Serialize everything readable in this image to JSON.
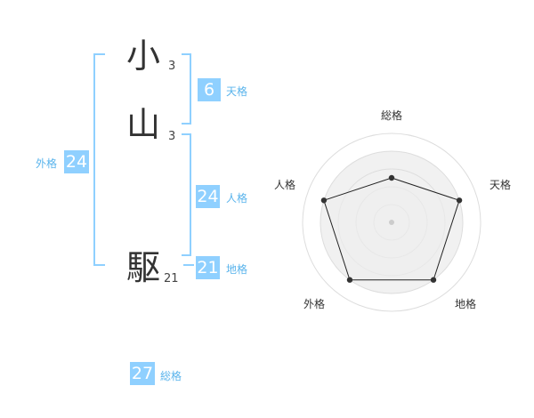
{
  "name_chars": [
    {
      "char": "小",
      "strokes": "3"
    },
    {
      "char": "山",
      "strokes": "3"
    },
    {
      "char": "駆",
      "strokes": "21"
    }
  ],
  "kakusu": {
    "tenkaku": {
      "value": "6",
      "label": "天格"
    },
    "jinkaku": {
      "value": "24",
      "label": "人格"
    },
    "chikaku": {
      "value": "21",
      "label": "地格"
    },
    "gaikaku": {
      "value": "24",
      "label": "外格"
    },
    "soukaku": {
      "value": "27",
      "label": "総格"
    }
  },
  "radar": {
    "axes": [
      "総格",
      "天格",
      "地格",
      "外格",
      "人格"
    ],
    "values": [
      0.5,
      0.8,
      0.8,
      0.8,
      0.8
    ],
    "line_color": "#222222",
    "fill_color": "#eeeeee",
    "ring_color": "#dddddd"
  },
  "accent_color": "#8fd0ff"
}
